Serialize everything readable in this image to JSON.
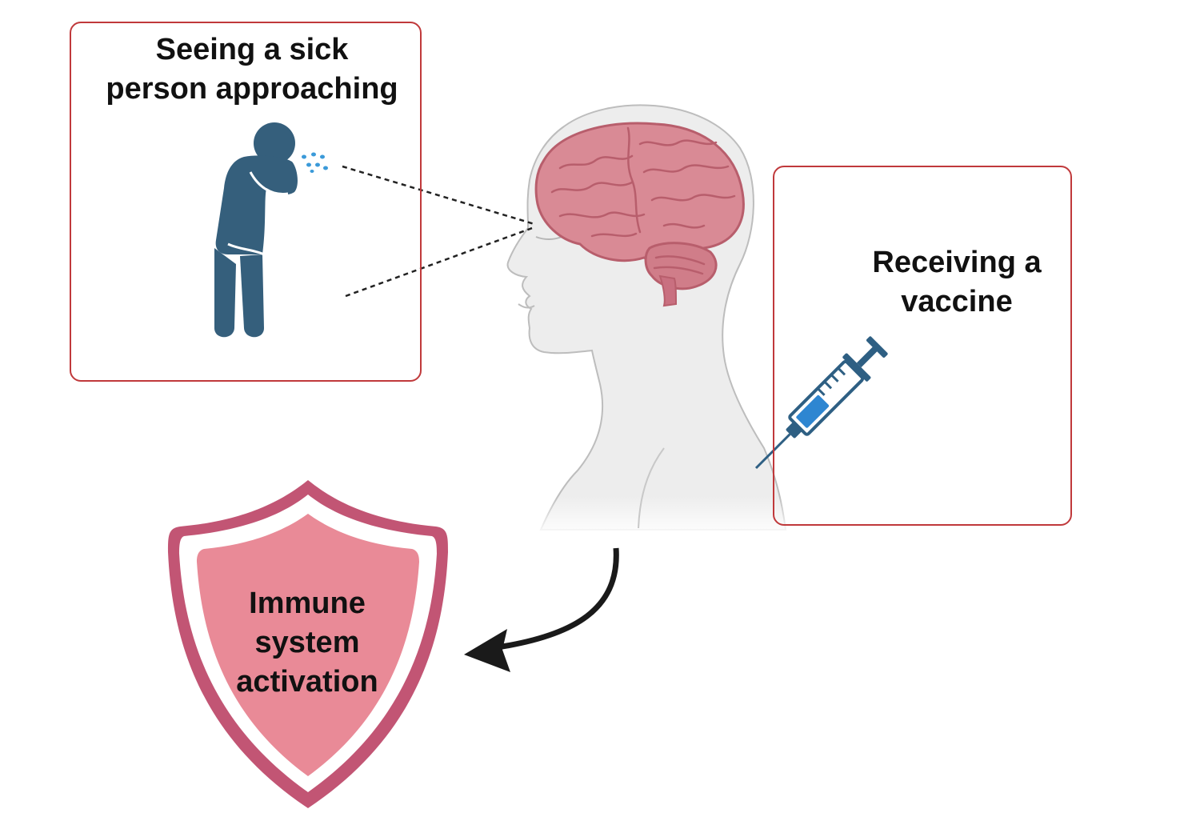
{
  "panels": {
    "sick_person": {
      "title_line1": "Seeing a sick",
      "title_line2": "person approaching"
    },
    "vaccine": {
      "title_line1": "Receiving a",
      "title_line2": "vaccine"
    }
  },
  "outcome": {
    "line1": "Immune",
    "line2": "system",
    "line3": "activation"
  },
  "colors": {
    "box_border": "#c0393b",
    "person": "#355f7c",
    "droplets": "#3b9ad9",
    "brain": "#d98a95",
    "brain_dark": "#b85e6c",
    "head": "#ededed",
    "shield_outer": "#c25574",
    "shield_inner": "#e98a97",
    "syringe": "#2e5f83",
    "vaccine_liquid": "#2e86d1",
    "arrow": "#1a1a1a"
  }
}
